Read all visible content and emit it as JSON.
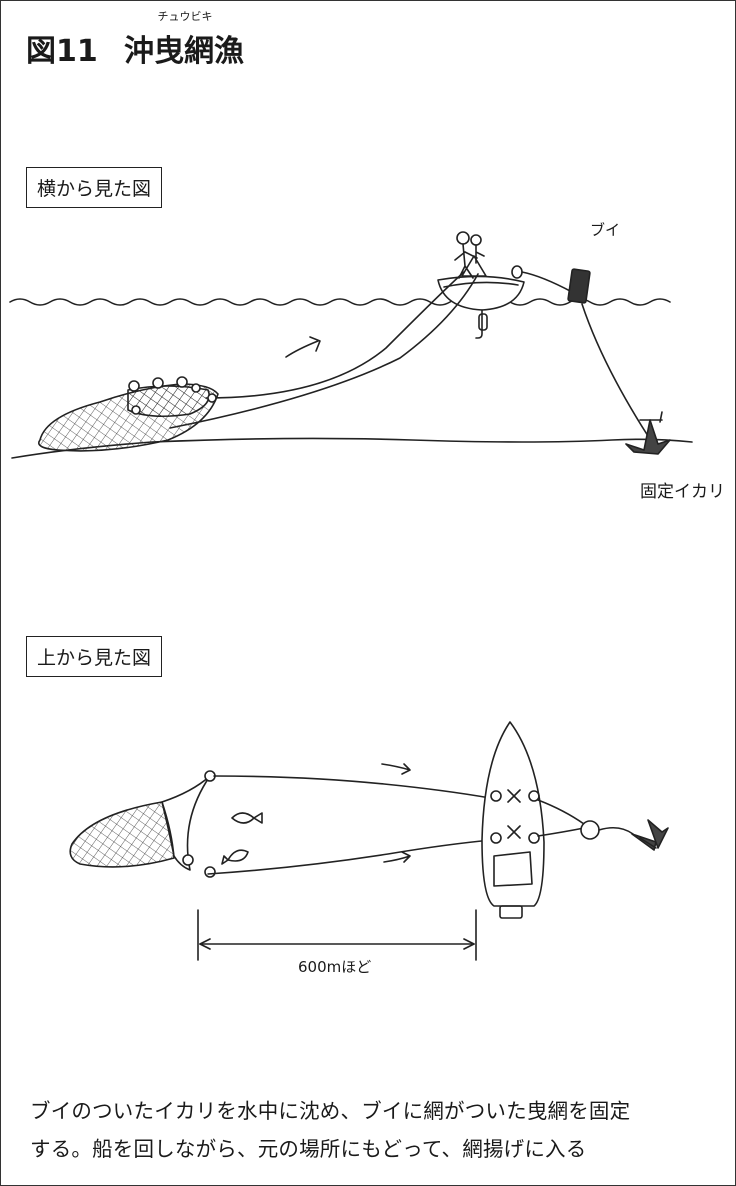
{
  "figure": {
    "number": "図11",
    "title": "沖曳網漁",
    "ruby": "チュウビキ"
  },
  "side_view": {
    "label": "横から見た図",
    "buoy_label": "ブイ",
    "anchor_label": "固定イカリ"
  },
  "top_view": {
    "label": "上から見た図",
    "distance_label": "600mほど"
  },
  "caption": {
    "line1": "ブイのついたイカリを水中に沈め、ブイに網がついた曳網を固定",
    "line2": "する。船を回しながら、元の場所にもどって、網揚げに入る"
  }
}
